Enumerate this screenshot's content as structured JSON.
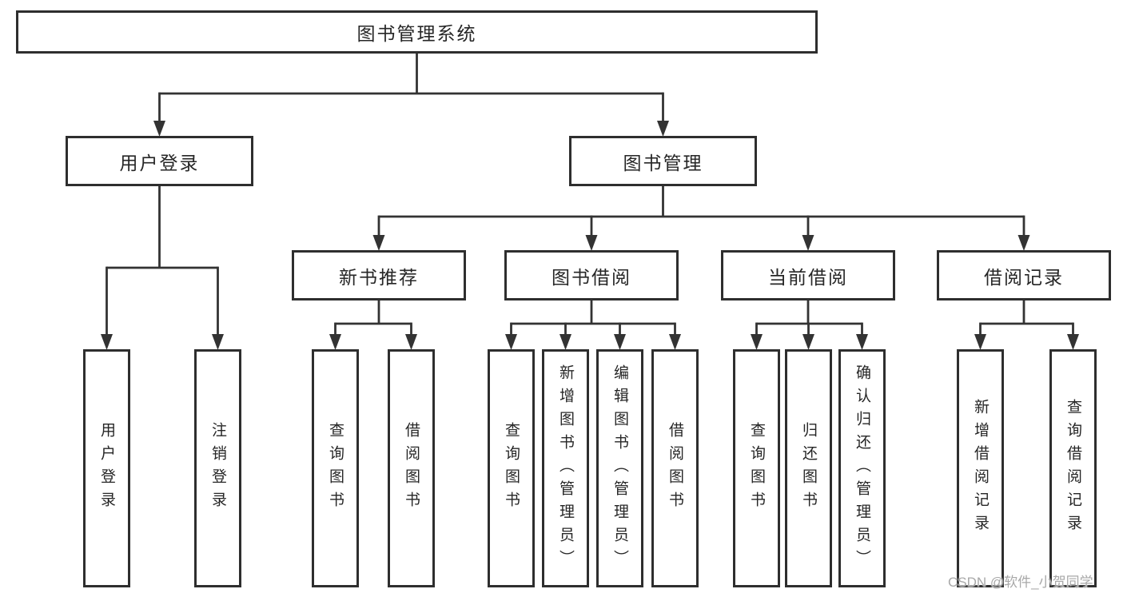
{
  "diagram": {
    "tree": {
      "label": "图书管理系统",
      "children": [
        {
          "label": "用户登录",
          "children": [
            {
              "label": "用户登录"
            },
            {
              "label": "注销登录"
            }
          ]
        },
        {
          "label": "图书管理",
          "children": [
            {
              "label": "新书推荐",
              "children": [
                {
                  "label": "查询图书"
                },
                {
                  "label": "借阅图书"
                }
              ]
            },
            {
              "label": "图书借阅",
              "children": [
                {
                  "label": "查询图书"
                },
                {
                  "label": "新增图书（管理员）"
                },
                {
                  "label": "编辑图书（管理员）"
                },
                {
                  "label": "借阅图书"
                }
              ]
            },
            {
              "label": "当前借阅",
              "children": [
                {
                  "label": "查询图书"
                },
                {
                  "label": "归还图书"
                },
                {
                  "label": "确认归还（管理员）"
                }
              ]
            },
            {
              "label": "借阅记录",
              "children": [
                {
                  "label": "新增借阅记录"
                },
                {
                  "label": "查询借阅记录"
                }
              ]
            }
          ]
        }
      ]
    },
    "watermark": "CSDN @软件_小贺同学",
    "colors": {
      "line": "#333333",
      "box_border": "#2e2e2e",
      "box_fill": "#ffffff",
      "text": "#262626",
      "watermark": "#a8a8a8",
      "background": "#ffffff"
    }
  }
}
